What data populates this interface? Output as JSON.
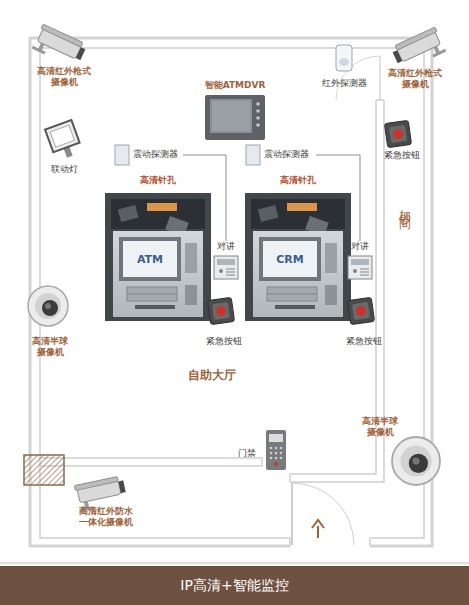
{
  "diagram": {
    "caption": "IP高清+智能监控",
    "nodes": [
      {
        "text": [
          "高清红外枪式 摄像机"
        ]
      },
      {
        "text": [
          "智能ATMDVR"
        ]
      },
      {
        "text": [
          "红外探测器"
        ]
      },
      {
        "text": [
          "高清红外枪式 摄像机"
        ]
      },
      {
        "text": [
          "紧急按钮"
        ]
      },
      {
        "text": [
          "联动灯"
        ]
      },
      {
        "text": [
          "震动探测器"
        ]
      },
      {
        "text": [
          "震动探测器"
        ]
      },
      {
        "text": [
          "高清针孔",
          "ATM"
        ]
      },
      {
        "text": [
          "高清针孔",
          "CRM"
        ]
      },
      {
        "text": [
          "对讲"
        ]
      },
      {
        "text": [
          "对讲"
        ]
      },
      {
        "text": [
          "紧急按钮"
        ]
      },
      {
        "text": [
          "紧急按钮"
        ]
      },
      {
        "text": [
          "高清半球 摄像机"
        ]
      },
      {
        "text": [
          "高清半球 摄像机"
        ]
      },
      {
        "text": [
          "门禁"
        ]
      },
      {
        "text": [
          "高清红外防水 一体化摄像机"
        ]
      }
    ],
    "edges": [
      {
        "from": 6,
        "to": 10,
        "arrow": "none"
      },
      {
        "from": 7,
        "to": 11,
        "arrow": "none"
      }
    ],
    "labels": [
      "自助大厅",
      "加钞间"
    ]
  }
}
